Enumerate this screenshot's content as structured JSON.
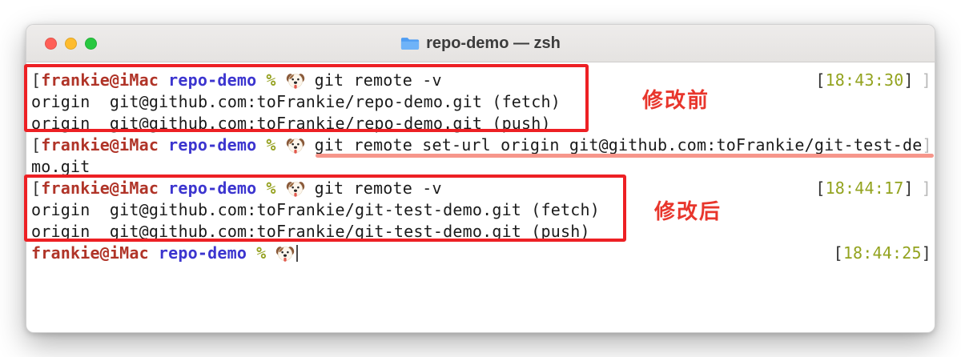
{
  "window": {
    "title": "repo-demo — zsh",
    "traffic_lights": {
      "close": "#ff5f57",
      "minimize": "#febc2e",
      "zoom": "#28c840"
    }
  },
  "prompt": {
    "user_host": "frankie@iMac",
    "directory": "repo-demo",
    "symbol": "%"
  },
  "terminal": {
    "lines": [
      {
        "type": "prompt",
        "bracket": "[",
        "command": "git remote -v",
        "time_open": "[",
        "time": "18:43:30",
        "time_close": "]",
        "tail": "]"
      },
      {
        "type": "output",
        "text": "origin  git@github.com:toFrankie/repo-demo.git (fetch)"
      },
      {
        "type": "output",
        "text": "origin  git@github.com:toFrankie/repo-demo.git (push)"
      },
      {
        "type": "prompt",
        "bracket": "[",
        "command": "git remote set-url origin git@github.com:toFrankie/git-test-de",
        "tail": "]"
      },
      {
        "type": "output",
        "text": "mo.git"
      },
      {
        "type": "prompt",
        "bracket": "[",
        "command": "git remote -v",
        "time_open": "[",
        "time": "18:44:17",
        "time_close": "]",
        "tail": "]"
      },
      {
        "type": "output",
        "text": "origin  git@github.com:toFrankie/git-test-demo.git (fetch)"
      },
      {
        "type": "output",
        "text": "origin  git@github.com:toFrankie/git-test-demo.git (push)"
      },
      {
        "type": "prompt",
        "command": "",
        "time_open": "[",
        "time": "18:44:25",
        "time_close": "]"
      }
    ]
  },
  "annotations": {
    "before_label": "修改前",
    "after_label": "修改后"
  },
  "colors": {
    "user_host": "#b03428",
    "directory": "#3c35cf",
    "prompt_symbol": "#97a324",
    "timestamp_green": "#93a31f",
    "annotation_red": "#ed2024",
    "underline_pink": "#f58b7e",
    "title_text": "#3c3c3c",
    "terminal_text": "#1b1b1b"
  }
}
